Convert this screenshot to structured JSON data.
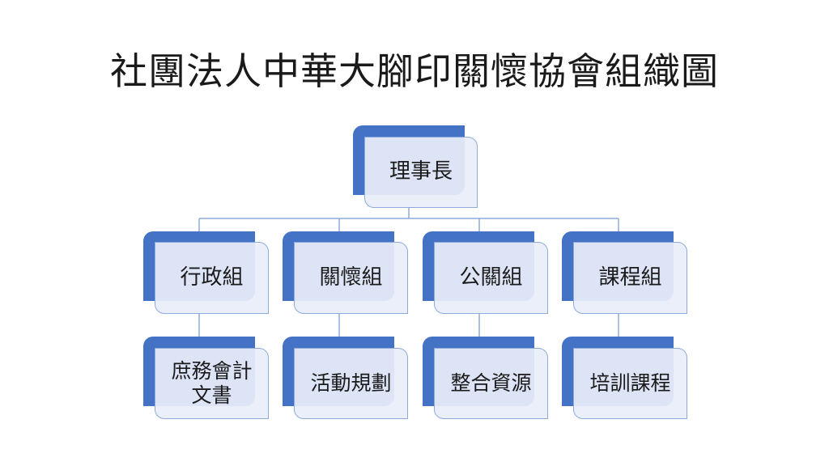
{
  "title": "社團法人中華大腳印關懷協會組織圖",
  "root": {
    "label": "理事長"
  },
  "groups": [
    {
      "label": "行政組",
      "child": "庶務會計\n文書"
    },
    {
      "label": "關懷組",
      "child": "活動規劃"
    },
    {
      "label": "公關組",
      "child": "整合資源"
    },
    {
      "label": "課程組",
      "child": "培訓課程"
    }
  ],
  "colors": {
    "accent": "#4472c4",
    "node_fill": "#e9eef8",
    "node_border": "#8eaadb",
    "connector": "#8eaadb"
  }
}
